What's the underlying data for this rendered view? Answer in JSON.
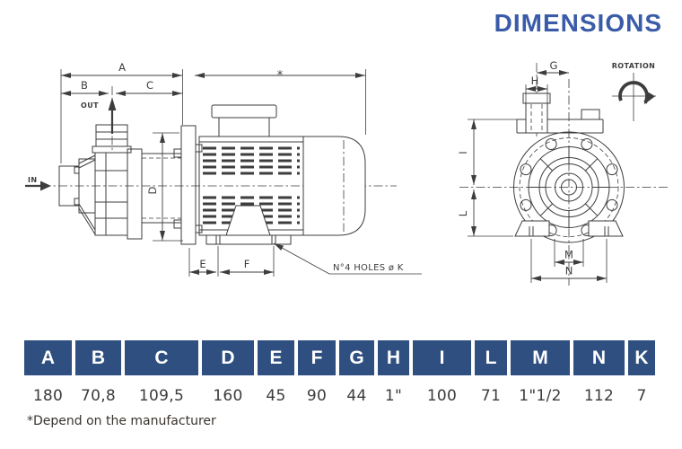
{
  "title": "DIMENSIONS",
  "footnote": "*Depend on the manufacturer",
  "colors": {
    "header_bg": "#2e4f80",
    "title_text": "#3a5ca8",
    "line": "#3d3d3d",
    "text": "#3b3b3b"
  },
  "drawing": {
    "side": {
      "a": "A",
      "b": "B",
      "c": "C",
      "d": "D",
      "e": "E",
      "f": "F",
      "asterisk": "*",
      "out": "OUT",
      "in": "IN",
      "holes_note": "N°4 HOLES ø K"
    },
    "front": {
      "g": "G",
      "h": "H",
      "i": "I",
      "l": "L",
      "m": "M",
      "n": "N",
      "rotation": "ROTATION"
    }
  },
  "table": {
    "columns": [
      {
        "label": "A",
        "value": "180"
      },
      {
        "label": "B",
        "value": "70,8"
      },
      {
        "label": "C",
        "value": "109,5"
      },
      {
        "label": "D",
        "value": "160"
      },
      {
        "label": "E",
        "value": "45"
      },
      {
        "label": "F",
        "value": "90"
      },
      {
        "label": "G",
        "value": "44"
      },
      {
        "label": "H",
        "value": "1\""
      },
      {
        "label": "I",
        "value": "100"
      },
      {
        "label": "L",
        "value": "71"
      },
      {
        "label": "M",
        "value": "1\"1/2"
      },
      {
        "label": "N",
        "value": "112"
      },
      {
        "label": "K",
        "value": "7"
      }
    ]
  }
}
